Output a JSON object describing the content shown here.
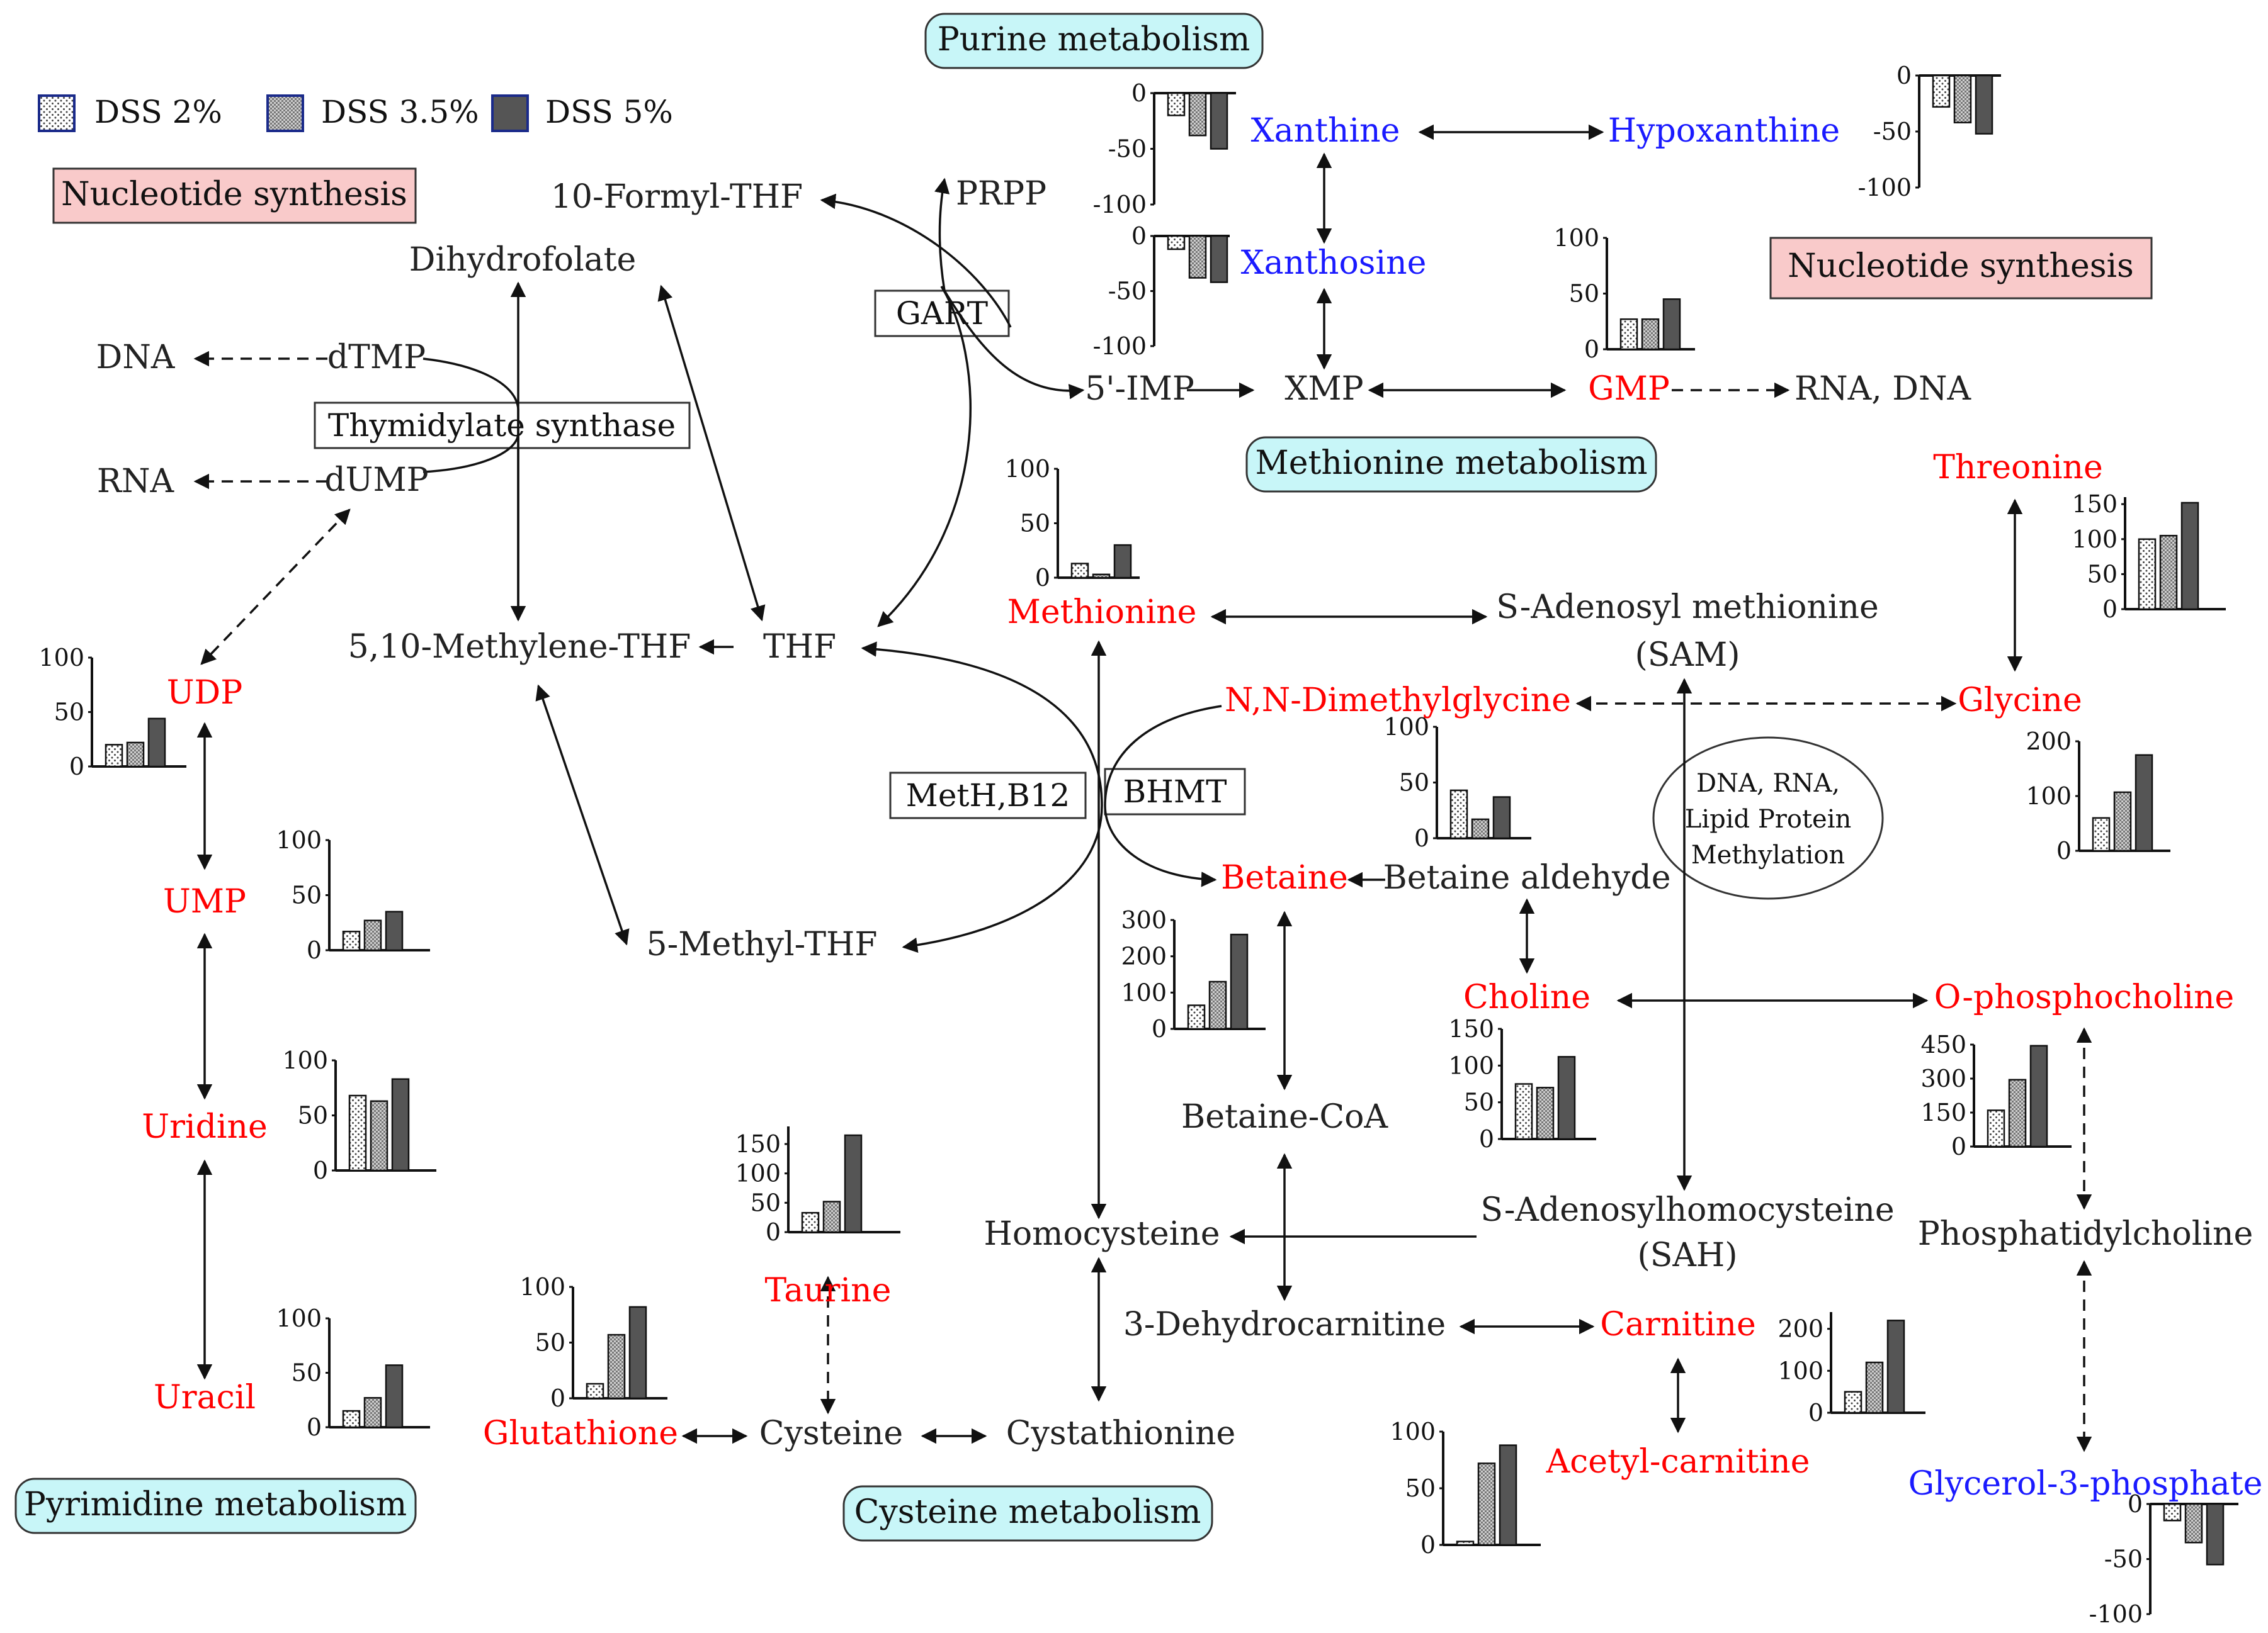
{
  "legend": {
    "items": [
      {
        "label": "DSS  2%",
        "pattern": "dots"
      },
      {
        "label": "DSS  3.5%",
        "pattern": "hatch"
      },
      {
        "label": "DSS  5%",
        "pattern": "dark"
      }
    ]
  },
  "colors": {
    "increased": "#ff0000",
    "decreased": "#1a1aff",
    "neutral": "#222222",
    "pathway_fill": "#c8f6f8",
    "synthesis_fill": "#f9caca",
    "bar_dark": "#555555"
  },
  "pathways": {
    "purine": "Purine metabolism",
    "methionine": "Methionine metabolism",
    "pyrimidine": "Pyrimidine metabolism",
    "cysteine": "Cysteine metabolism",
    "nucleotide_left": "Nucleotide synthesis",
    "nucleotide_right": "Nucleotide synthesis"
  },
  "enzymes": {
    "gart": "GART",
    "thymidylate": "Thymidylate synthase",
    "meth": "MetH,B12",
    "bhmt": "BHMT",
    "methylation_1": "DNA, RNA,",
    "methylation_2": "Lipid Protein",
    "methylation_3": "Methylation"
  },
  "metabolites": {
    "formyl_thf": "10-Formyl-THF",
    "prpp": "PRPP",
    "dihydrofolate": "Dihydrofolate",
    "dna_left": "DNA",
    "dtmp": "dTMP",
    "rna_left": "RNA",
    "dump": "dUMP",
    "methylene_thf": "5,10-Methylene-THF",
    "thf": "THF",
    "methyl_thf": "5-Methyl-THF",
    "udp": "UDP",
    "ump": "UMP",
    "uridine": "Uridine",
    "uracil": "Uracil",
    "xanthine": "Xanthine",
    "hypoxanthine": "Hypoxanthine",
    "xanthosine": "Xanthosine",
    "imp": "5'-IMP",
    "xmp": "XMP",
    "gmp": "GMP",
    "rna_dna": "RNA, DNA",
    "methionine": "Methionine",
    "sam_1": "S-Adenosyl methionine",
    "sam_2": "(SAM)",
    "threonine": "Threonine",
    "dmg": "N,N-Dimethylglycine",
    "glycine": "Glycine",
    "betaine": "Betaine",
    "betaine_aldehyde": "Betaine aldehyde",
    "choline": "Choline",
    "o_phosphocholine": "O-phosphocholine",
    "betaine_coa": "Betaine-CoA",
    "homocysteine": "Homocysteine",
    "sah_1": "S-Adenosylhomocysteine",
    "sah_2": "(SAH)",
    "phosphatidylcholine": "Phosphatidylcholine",
    "dehydrocarnitine": "3-Dehydrocarnitine",
    "carnitine": "Carnitine",
    "acetyl_carnitine": "Acetyl-carnitine",
    "glycerol3p": "Glycerol-3-phosphate",
    "taurine": "Taurine",
    "glutathione": "Glutathione",
    "cysteine": "Cysteine",
    "cystathionine": "Cystathionine"
  },
  "chart_data": [
    {
      "type": "bar",
      "metabolite": "Xanthine",
      "series": [
        "DSS  2%",
        "DSS  3.5%",
        "DSS  5%"
      ],
      "values": [
        -20,
        -38,
        -50
      ],
      "ylim": [
        -100,
        0
      ],
      "ticks": [
        "0",
        "-50",
        "-100"
      ]
    },
    {
      "type": "bar",
      "metabolite": "Xanthosine",
      "series": [
        "DSS  2%",
        "DSS  3.5%",
        "DSS  5%"
      ],
      "values": [
        -12,
        -38,
        -42
      ],
      "ylim": [
        -100,
        0
      ],
      "ticks": [
        "0",
        "-50",
        "-100"
      ]
    },
    {
      "type": "bar",
      "metabolite": "Hypoxanthine",
      "series": [
        "DSS  2%",
        "DSS  3.5%",
        "DSS  5%"
      ],
      "values": [
        -28,
        -42,
        -52
      ],
      "ylim": [
        -100,
        0
      ],
      "ticks": [
        "0",
        "-50",
        "-100"
      ]
    },
    {
      "type": "bar",
      "metabolite": "GMP",
      "series": [
        "DSS  2%",
        "DSS  3.5%",
        "DSS  5%"
      ],
      "values": [
        27,
        27,
        45
      ],
      "ylim": [
        0,
        100
      ],
      "ticks": [
        "100",
        "50",
        "0"
      ]
    },
    {
      "type": "bar",
      "metabolite": "Methionine",
      "series": [
        "DSS  2%",
        "DSS  3.5%",
        "DSS  5%"
      ],
      "values": [
        13,
        3,
        30
      ],
      "ylim": [
        0,
        100
      ],
      "ticks": [
        "100",
        "50",
        "0"
      ]
    },
    {
      "type": "bar",
      "metabolite": "Threonine",
      "series": [
        "DSS  2%",
        "DSS  3.5%",
        "DSS  5%"
      ],
      "values": [
        100,
        105,
        152
      ],
      "ylim": [
        0,
        160
      ],
      "ticks": [
        "150",
        "100",
        "50",
        "0"
      ]
    },
    {
      "type": "bar",
      "metabolite": "N,N-Dimethylglycine",
      "series": [
        "DSS  2%",
        "DSS  3.5%",
        "DSS  5%"
      ],
      "values": [
        43,
        17,
        37
      ],
      "ylim": [
        0,
        100
      ],
      "ticks": [
        "100",
        "50",
        "0"
      ]
    },
    {
      "type": "bar",
      "metabolite": "Glycine",
      "series": [
        "DSS  2%",
        "DSS  3.5%",
        "DSS  5%"
      ],
      "values": [
        60,
        107,
        175
      ],
      "ylim": [
        0,
        200
      ],
      "ticks": [
        "200",
        "100",
        "0"
      ]
    },
    {
      "type": "bar",
      "metabolite": "UDP",
      "series": [
        "DSS  2%",
        "DSS  3.5%",
        "DSS  5%"
      ],
      "values": [
        20,
        22,
        44
      ],
      "ylim": [
        0,
        100
      ],
      "ticks": [
        "100",
        "50",
        "0"
      ]
    },
    {
      "type": "bar",
      "metabolite": "UMP",
      "series": [
        "DSS  2%",
        "DSS  3.5%",
        "DSS  5%"
      ],
      "values": [
        17,
        27,
        35
      ],
      "ylim": [
        0,
        100
      ],
      "ticks": [
        "100",
        "50",
        "0"
      ]
    },
    {
      "type": "bar",
      "metabolite": "Uridine",
      "series": [
        "DSS  2%",
        "DSS  3.5%",
        "DSS  5%"
      ],
      "values": [
        68,
        63,
        83
      ],
      "ylim": [
        0,
        100
      ],
      "ticks": [
        "100",
        "50",
        "0"
      ]
    },
    {
      "type": "bar",
      "metabolite": "Uracil",
      "series": [
        "DSS  2%",
        "DSS  3.5%",
        "DSS  5%"
      ],
      "values": [
        15,
        27,
        57
      ],
      "ylim": [
        0,
        100
      ],
      "ticks": [
        "100",
        "50",
        "0"
      ]
    },
    {
      "type": "bar",
      "metabolite": "Betaine",
      "series": [
        "DSS  2%",
        "DSS  3.5%",
        "DSS  5%"
      ],
      "values": [
        65,
        130,
        260
      ],
      "ylim": [
        0,
        300
      ],
      "ticks": [
        "300",
        "200",
        "100",
        "0"
      ]
    },
    {
      "type": "bar",
      "metabolite": "Choline",
      "series": [
        "DSS  2%",
        "DSS  3.5%",
        "DSS  5%"
      ],
      "values": [
        75,
        70,
        112
      ],
      "ylim": [
        0,
        150
      ],
      "ticks": [
        "150",
        "100",
        "50",
        "0"
      ]
    },
    {
      "type": "bar",
      "metabolite": "O-phosphocholine",
      "series": [
        "DSS  2%",
        "DSS  3.5%",
        "DSS  5%"
      ],
      "values": [
        160,
        295,
        445
      ],
      "ylim": [
        0,
        450
      ],
      "ticks": [
        "450",
        "300",
        "150",
        "0"
      ]
    },
    {
      "type": "bar",
      "metabolite": "Taurine",
      "series": [
        "DSS  2%",
        "DSS  3.5%",
        "DSS  5%"
      ],
      "values": [
        33,
        52,
        165
      ],
      "ylim": [
        0,
        180
      ],
      "ticks": [
        "150",
        "100",
        "50",
        "0"
      ]
    },
    {
      "type": "bar",
      "metabolite": "Glutathione",
      "series": [
        "DSS  2%",
        "DSS  3.5%",
        "DSS  5%"
      ],
      "values": [
        13,
        57,
        82
      ],
      "ylim": [
        0,
        100
      ],
      "ticks": [
        "100",
        "50",
        "0"
      ]
    },
    {
      "type": "bar",
      "metabolite": "Carnitine",
      "series": [
        "DSS  2%",
        "DSS  3.5%",
        "DSS  5%"
      ],
      "values": [
        50,
        120,
        220
      ],
      "ylim": [
        0,
        240
      ],
      "ticks": [
        "200",
        "100",
        "0"
      ]
    },
    {
      "type": "bar",
      "metabolite": "Acetyl-carnitine",
      "series": [
        "DSS  2%",
        "DSS  3.5%",
        "DSS  5%"
      ],
      "values": [
        3,
        72,
        88
      ],
      "ylim": [
        0,
        100
      ],
      "ticks": [
        "100",
        "50",
        "0"
      ]
    },
    {
      "type": "bar",
      "metabolite": "Glycerol-3-phosphate",
      "series": [
        "DSS  2%",
        "DSS  3.5%",
        "DSS  5%"
      ],
      "values": [
        -15,
        -35,
        -55
      ],
      "ylim": [
        -100,
        0
      ],
      "ticks": [
        "0",
        "-50",
        "-100"
      ]
    }
  ]
}
